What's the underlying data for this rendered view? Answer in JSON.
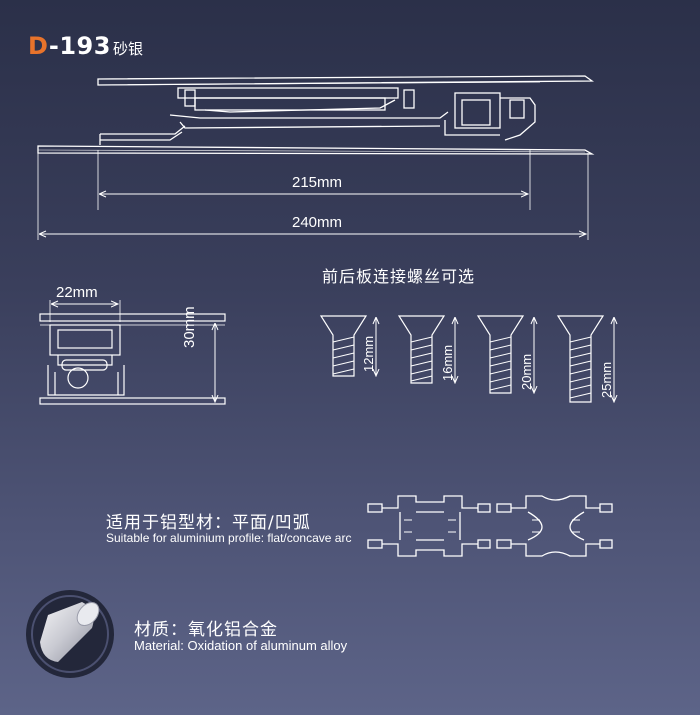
{
  "title": {
    "prefix": "D",
    "code": "-193",
    "finish": "砂银"
  },
  "main_view": {
    "dim_inner": "215mm",
    "dim_outer": "240mm"
  },
  "side_view": {
    "dim_width": "22mm",
    "dim_height": "30mm"
  },
  "screws": {
    "note": "前后板连接螺丝可选",
    "lengths": [
      "12mm",
      "16mm",
      "20mm",
      "25mm"
    ]
  },
  "suitable": {
    "cn": "适用于铝型材：平面/凹弧",
    "en": "Suitable for aluminium profile: flat/concave arc"
  },
  "material": {
    "cn": "材质：氧化铝合金",
    "en": "Material: Oxidation of aluminum alloy"
  }
}
